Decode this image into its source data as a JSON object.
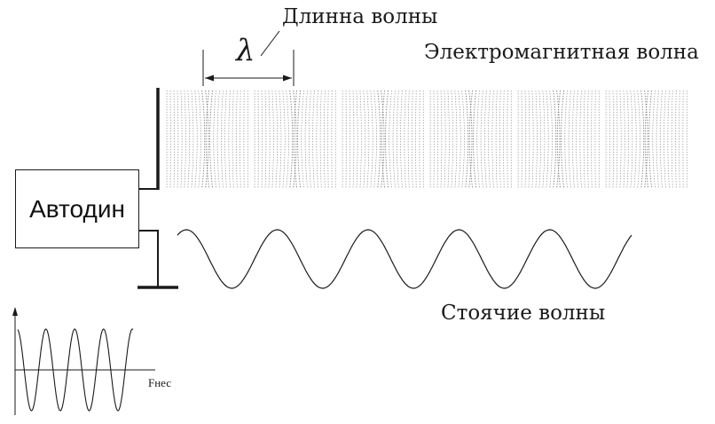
{
  "labels": {
    "wavelength": "Длинна волны",
    "lambda": "λ",
    "em_wave": "Электромагнитная волна",
    "standing_waves": "Стоячие волны",
    "autodyne": "Автодин",
    "frequency": "Fнес"
  },
  "colors": {
    "line": "#1a1a1a",
    "wavefront": "#7a7a7a",
    "background": "#ffffff"
  },
  "diagram": {
    "wavefront_groups": 6,
    "standing_wave_periods": 5,
    "oscillation_periods": 4
  }
}
